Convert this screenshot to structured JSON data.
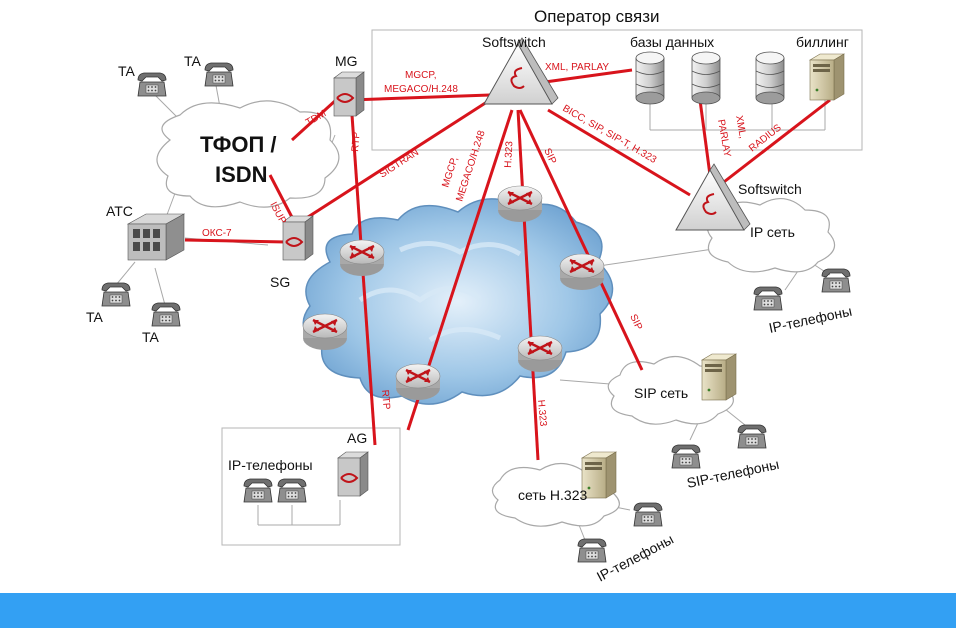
{
  "operator": {
    "title": "Оператор связи"
  },
  "nodes": {
    "softswitch_main": "Softswitch",
    "databases": "базы данных",
    "billing": "биллинг",
    "softswitch_2": "Softswitch",
    "ip_network": "IP сеть",
    "ip_phones_right": "IP-телефоны",
    "mg": "MG",
    "pstn_line1": "ТФОП /",
    "pstn_line2": "ISDN",
    "sg": "SG",
    "pbx": "АТС",
    "ag": "AG",
    "ip_phones_ag": "IP-телефоны",
    "sip_network": "SIP сеть",
    "sip_phones": "SIP-телефоны",
    "h323_network": "сеть H.323",
    "ip_phones_h323": "IP-телефоны",
    "ta_labels": [
      "TA",
      "TA",
      "TA",
      "TA"
    ]
  },
  "links": {
    "mgcp_mg": "MGCP,",
    "megaco_mg": "MEGACO/H.248",
    "xml_parlay_top": "XML, PARLAY",
    "tdm": "TDM",
    "rtp_mg": "RTP",
    "sigtran": "SIGTRAN",
    "isup": "ISUP",
    "oks7": "ОКС-7",
    "mgcp_ag": "MGCP,",
    "megaco_ag": "MEGACO/H.248",
    "h323_ss": "H.323",
    "sip_ss": "SIP",
    "bicc": "BICC, SIP, SIP-T, H.323",
    "xml_parlay_1": "XML,",
    "xml_parlay_2": "PARLAY",
    "radius": "RADIUS",
    "sip_lower": "SIP",
    "rtp_ag": "RTP",
    "h323_lower": "H.323"
  },
  "colors": {
    "signal_line": "#d8141c",
    "footer_bar": "#33a0f3",
    "cloud_blue": "#8fbce0"
  },
  "icons": [
    "telephone-icon",
    "router-icon",
    "server-icon",
    "database-icon",
    "softswitch-icon",
    "pbx-icon",
    "gateway-icon",
    "cloud-icon"
  ]
}
